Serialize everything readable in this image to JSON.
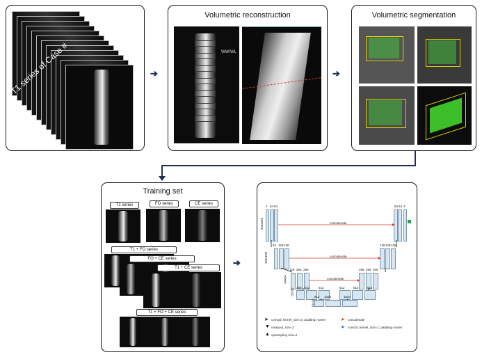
{
  "panels": {
    "t1_series": {
      "label": "T1 series of Case #"
    },
    "volumetric_reconstruction": {
      "title": "Volumetric reconstruction",
      "overlay": "WW/WL"
    },
    "volumetric_segmentation": {
      "title": "Volumetric segmentation"
    },
    "training_set": {
      "title": "Training set",
      "labels": [
        "T1 series",
        "FO series",
        "CE series"
      ],
      "combo_labels": [
        "T1 + FO series",
        "FO + CE series",
        "T1 + CE series",
        "T1 + FO + CE series"
      ]
    },
    "unet": {
      "concat_labels": [
        "concatenate",
        "concatenate",
        "concatenate"
      ],
      "channels": {
        "l1_left": [
          "1",
          "64",
          "64"
        ],
        "l1_right": [
          "64",
          "64",
          "3"
        ],
        "l2_left": [
          "64",
          "128",
          "128"
        ],
        "l2_right": [
          "128",
          "128",
          "128"
        ],
        "l3_left": [
          "128",
          "256",
          "256"
        ],
        "l3_right": [
          "256",
          "256",
          "256"
        ],
        "l4_left": [
          "256",
          "512",
          "512"
        ],
        "l4_right": [
          "512",
          "512",
          "512"
        ],
        "l5": [
          "512",
          "1024",
          "1024"
        ]
      },
      "sizes": [
        "256x256",
        "128x128",
        "64x64",
        "32x32",
        "16x16"
      ],
      "legend": [
        "conv2d, kernel_size=3, padding='same'",
        "maxpool_size=2",
        "upsampling size=2",
        "concatenate",
        "conv2d, kernel_size=1, padding='same'"
      ]
    }
  },
  "colors": {
    "arrow": "#1f2d55",
    "concat": "#d43a2a",
    "segmentation": "#46be3c",
    "bbox": "#d8d200"
  }
}
